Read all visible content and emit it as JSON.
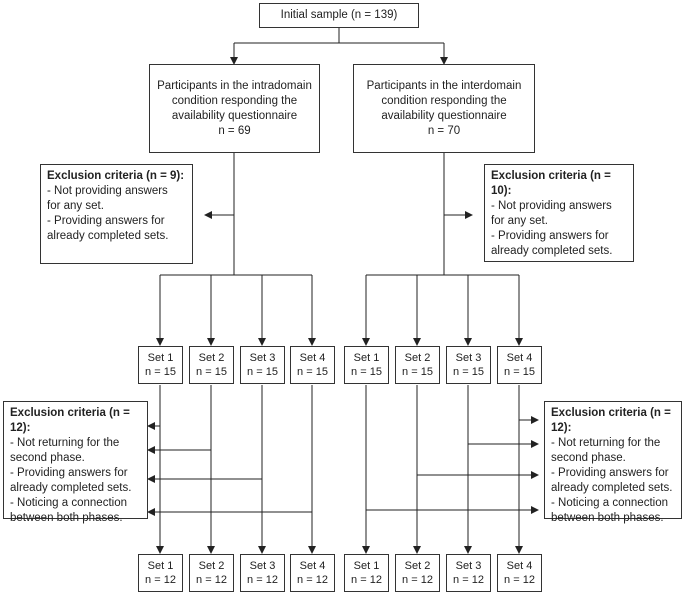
{
  "initial": {
    "label": "Initial sample (n = 139)"
  },
  "intra": {
    "lines": [
      "Participants in the intradomain",
      "condition responding the",
      "availability questionnaire",
      "n = 69"
    ],
    "exclusion1": {
      "title": "Exclusion criteria",
      "count": " (n = 9):",
      "items": [
        "- Not providing answers",
        "for any set.",
        "- Providing answers for",
        "already completed sets."
      ]
    },
    "sets1": [
      {
        "name": "Set 1",
        "n": "n = 15"
      },
      {
        "name": "Set 2",
        "n": "n = 15"
      },
      {
        "name": "Set 3",
        "n": "n = 15"
      },
      {
        "name": "Set 4",
        "n": "n = 15"
      }
    ],
    "exclusion2": {
      "title": "Exclusion criteria",
      "count": " (n = 12):",
      "items": [
        "- Not returning for the",
        "second phase.",
        "- Providing answers for",
        "already completed sets.",
        "- Noticing a connection",
        "between both phases."
      ]
    },
    "sets2": [
      {
        "name": "Set 1",
        "n": "n = 12"
      },
      {
        "name": "Set 2",
        "n": "n = 12"
      },
      {
        "name": "Set 3",
        "n": "n = 12"
      },
      {
        "name": "Set 4",
        "n": "n = 12"
      }
    ]
  },
  "inter": {
    "lines": [
      "Participants in the interdomain",
      "condition responding the",
      "availability questionnaire",
      "n = 70"
    ],
    "exclusion1": {
      "title": "Exclusion criteria",
      "count": " (n = 10):",
      "items": [
        "- Not providing answers",
        "for any set.",
        "- Providing answers for",
        "already completed sets."
      ]
    },
    "sets1": [
      {
        "name": "Set 1",
        "n": "n = 15"
      },
      {
        "name": "Set 2",
        "n": "n = 15"
      },
      {
        "name": "Set 3",
        "n": "n = 15"
      },
      {
        "name": "Set 4",
        "n": "n = 15"
      }
    ],
    "exclusion2": {
      "title": "Exclusion criteria",
      "count": " (n = 12):",
      "items": [
        "- Not returning for the",
        "second phase.",
        "- Providing answers for",
        "already completed sets.",
        "- Noticing a connection",
        "between both phases."
      ]
    },
    "sets2": [
      {
        "name": "Set 1",
        "n": "n = 12"
      },
      {
        "name": "Set 2",
        "n": "n = 12"
      },
      {
        "name": "Set 3",
        "n": "n = 12"
      },
      {
        "name": "Set 4",
        "n": "n = 12"
      }
    ]
  }
}
